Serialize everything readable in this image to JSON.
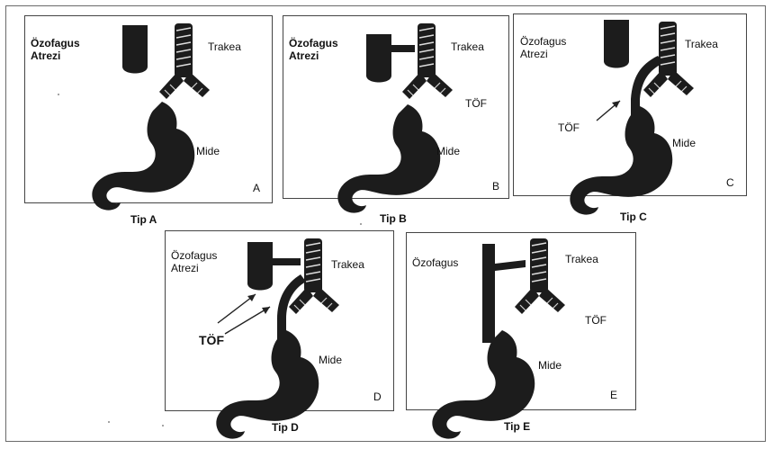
{
  "panels": [
    {
      "id": "A",
      "labels": {
        "esophagus": "Özofagus",
        "atresia": "Atrezi",
        "trachea": "Trakea",
        "stomach": "Mide"
      },
      "letter": "A",
      "caption": "Tip A"
    },
    {
      "id": "B",
      "labels": {
        "esophagus": "Özofagus",
        "atresia": "Atrezi",
        "trachea": "Trakea",
        "fistula": "TÖF",
        "stomach": "Mide"
      },
      "letter": "B",
      "caption": "Tip B"
    },
    {
      "id": "C",
      "labels": {
        "esophagus": "Özofagus",
        "atresia": "Atrezi",
        "trachea": "Trakea",
        "fistula": "TÖF",
        "stomach": "Mide"
      },
      "letter": "C",
      "caption": "Tip C"
    },
    {
      "id": "D",
      "labels": {
        "esophagus": "Özofagus",
        "atresia": "Atrezi",
        "trachea": "Trakea",
        "fistula": "TÖF",
        "stomach": "Mide"
      },
      "letter": "D",
      "caption": "Tip D"
    },
    {
      "id": "E",
      "labels": {
        "esophagus": "Özofagus",
        "trachea": "Trakea",
        "fistula": "TÖF",
        "stomach": "Mide"
      },
      "letter": "E",
      "caption": "Tip E"
    }
  ],
  "colors": {
    "organ": "#1c1c1c",
    "line": "#222222",
    "border": "#444444"
  }
}
